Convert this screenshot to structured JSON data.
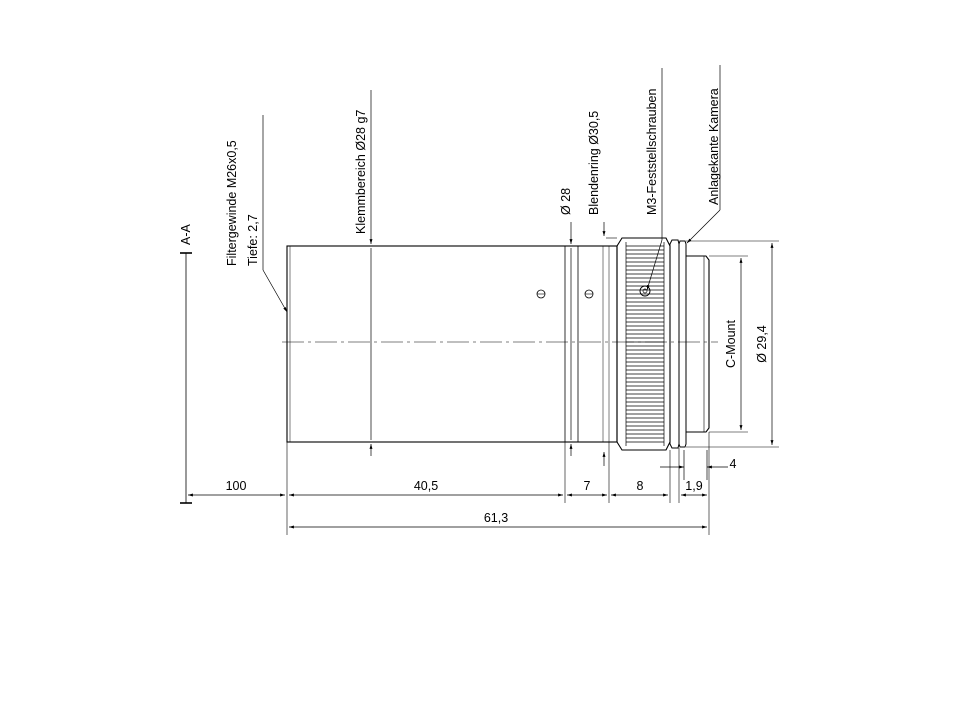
{
  "section_label": "A-A",
  "callouts": {
    "filter_thread": "Filtergewinde M26x0,5",
    "filter_depth": "Tiefe: 2,7",
    "clamp_range": "Klemmbereich Ø28 g7",
    "diameter_28": "Ø 28",
    "aperture_ring": "Blendenring Ø30,5",
    "set_screws": "M3-Feststellschrauben",
    "camera_flange": "Anlagekante Kamera",
    "c_mount": "C-Mount",
    "diameter_29_4": "Ø 29,4"
  },
  "dimensions": {
    "d_100": "100",
    "d_40_5": "40,5",
    "d_7": "7",
    "d_8": "8",
    "d_1_9": "1,9",
    "d_4": "4",
    "d_61_3": "61,3"
  }
}
